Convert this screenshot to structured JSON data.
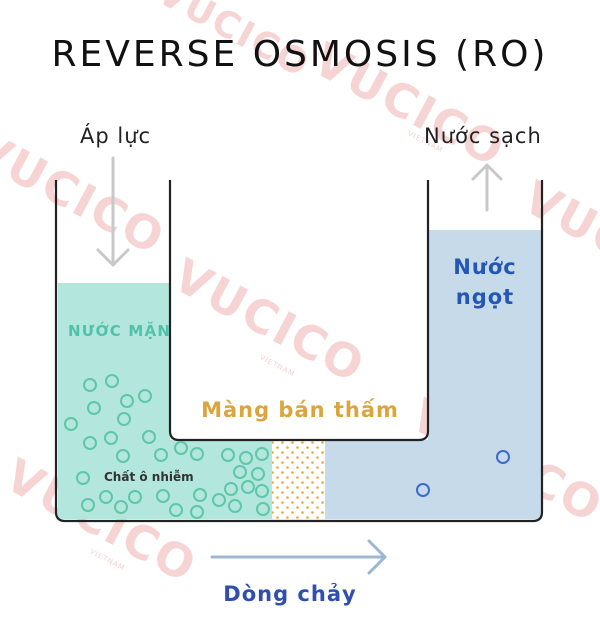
{
  "title": "REVERSE OSMOSIS (RO)",
  "labels": {
    "pressure": "Áp lực",
    "clean_water": "Nước sạch",
    "salt_water": "NƯỚC MẶN",
    "fresh_water_line1": "Nước",
    "fresh_water_line2": "ngọt",
    "membrane": "Màng bán thấm",
    "contaminants": "Chất ô nhiễm",
    "flow": "Dòng chảy"
  },
  "watermark": {
    "brand": "VUCICO",
    "sub": "VIETNAM"
  },
  "colors": {
    "title": "#111111",
    "salt_water_fill": "#b3e6dc",
    "salt_water_text": "#4fc3a9",
    "fresh_water_fill": "#c6daea",
    "fresh_water_text": "#2457b4",
    "membrane_text": "#dba53d",
    "membrane_dots": "#e7a93c",
    "particle_green": "#5ec7a8",
    "particle_blue": "#3a6ad0",
    "arrow_gray": "#c8c8c8",
    "flow_arrow": "#9cb7d3",
    "flow_text": "#2f4fb0",
    "watermark": "#e57373",
    "vessel_line": "#222222"
  },
  "icons": {
    "pressure_arrow": "arrow-down-icon",
    "clean_water_arrow": "arrow-up-icon",
    "flow_arrow": "arrow-right-icon"
  }
}
